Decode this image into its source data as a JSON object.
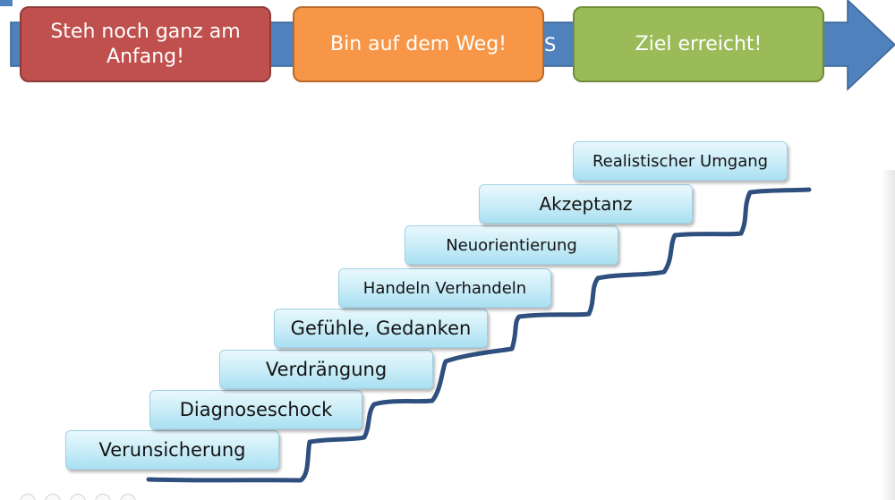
{
  "colors": {
    "arrow_fill": "#4f81bd",
    "phase_1": "#c0504d",
    "phase_2": "#f79646",
    "phase_3": "#9bbb59",
    "stair_line": "#2f4f7f",
    "step_fill": "#c8ecf7"
  },
  "phases": [
    {
      "label": "Steh noch ganz am Anfang!"
    },
    {
      "label": "Bin auf dem Weg!"
    },
    {
      "label": "Ziel erreicht!"
    }
  ],
  "partial_arrow_text": "S",
  "steps": [
    {
      "label": "Verunsicherung"
    },
    {
      "label": "Diagnoseschock"
    },
    {
      "label": "Verdrängung"
    },
    {
      "label": "Gefühle, Gedanken"
    },
    {
      "label": "Handeln Verhandeln"
    },
    {
      "label": "Neuorientierung"
    },
    {
      "label": "Akzeptanz"
    },
    {
      "label": "Realistischer Umgang"
    }
  ]
}
